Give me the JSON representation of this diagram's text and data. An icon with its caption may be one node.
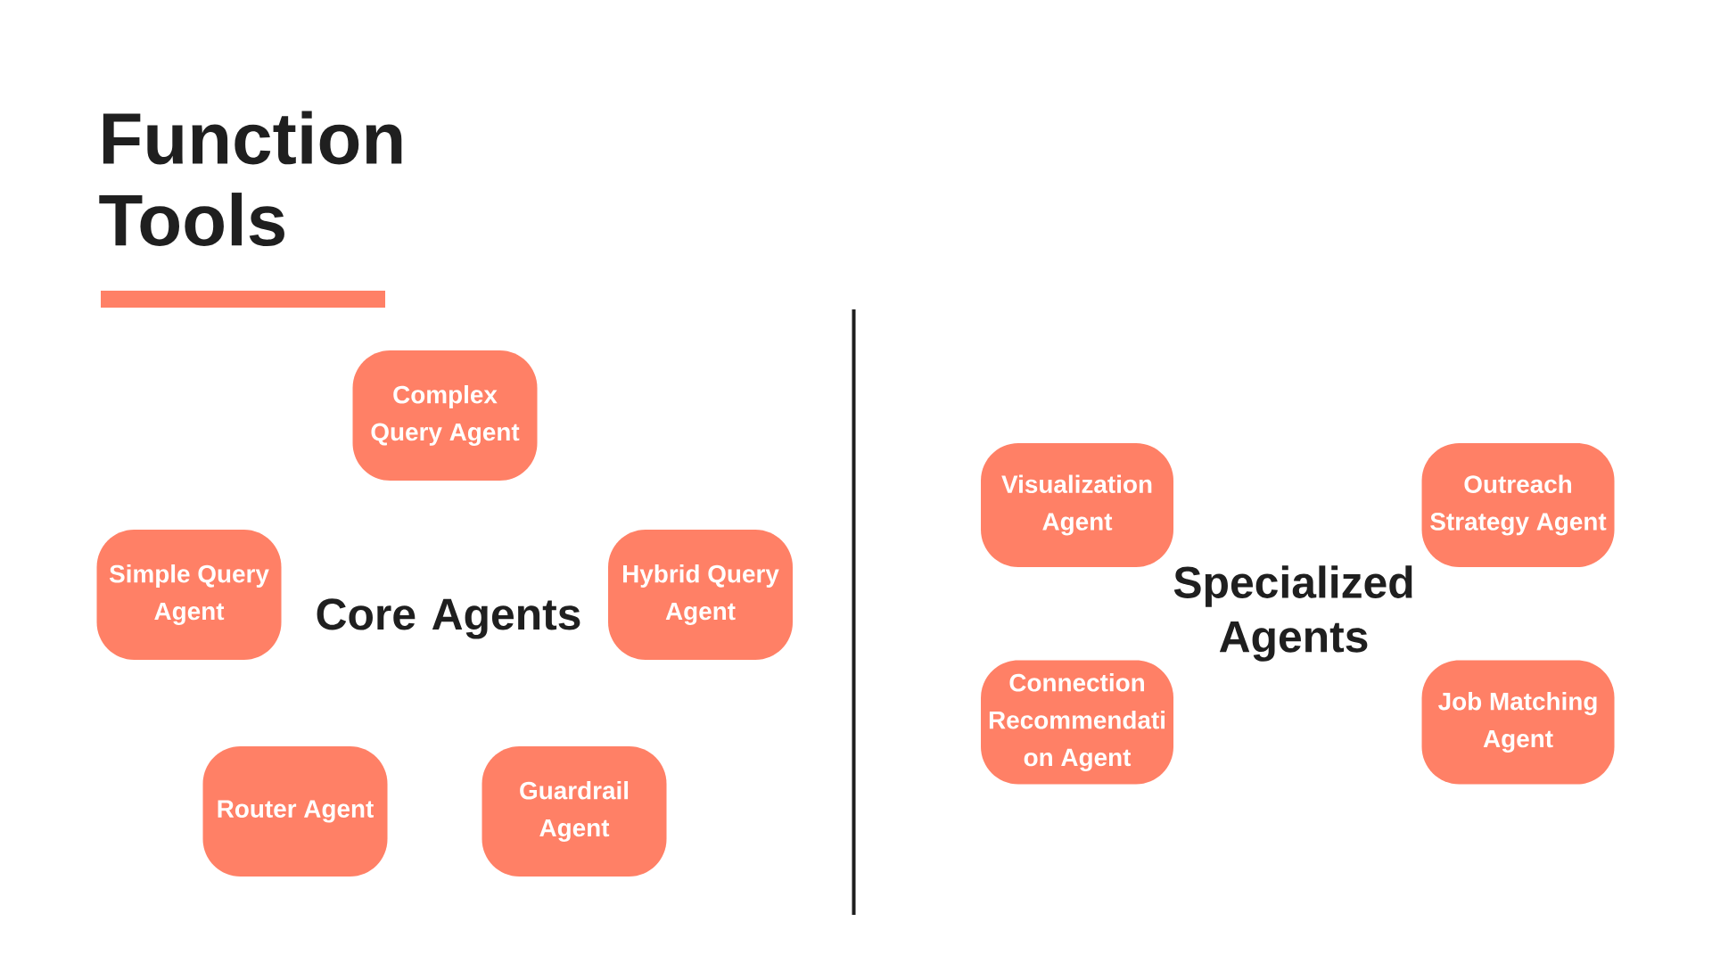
{
  "diagram": {
    "title": "Function Tools",
    "nodes": [
      {
        "text": [
          "Complex Query Agent"
        ]
      },
      {
        "text": [
          "Simple Query Agent"
        ]
      },
      {
        "text": [
          "Hybrid Query Agent"
        ]
      },
      {
        "text": [
          "Router Agent"
        ]
      },
      {
        "text": [
          "Guardrail Agent"
        ]
      },
      {
        "text": [
          "Visualization Agent"
        ]
      },
      {
        "text": [
          "Outreach Strategy Agent"
        ]
      },
      {
        "text": [
          "Connection Recommendati on Agent"
        ]
      },
      {
        "text": [
          "Job Matching Agent"
        ]
      }
    ],
    "labels": [
      "Core Agents",
      "Specialized Agents"
    ]
  }
}
